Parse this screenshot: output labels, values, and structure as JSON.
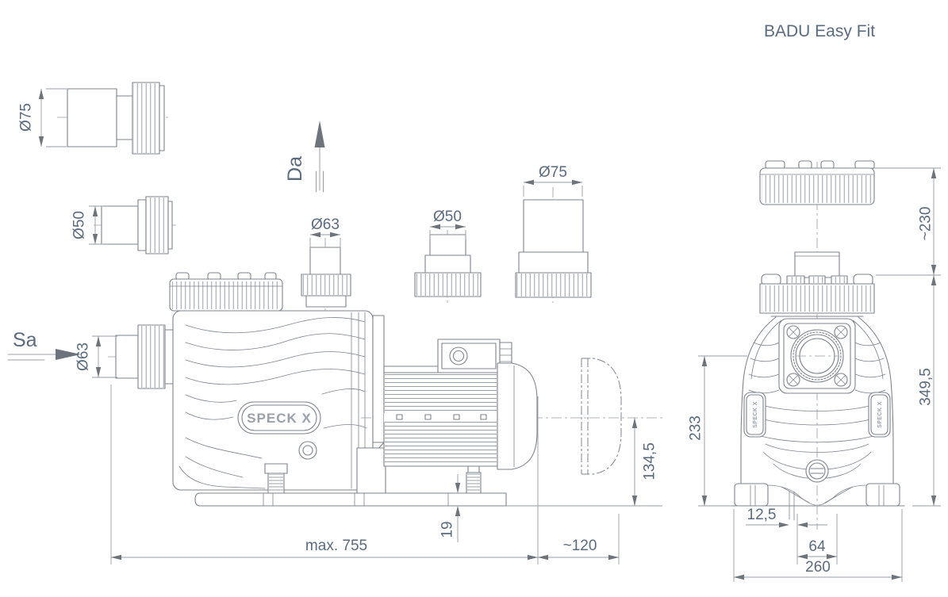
{
  "title": "BADU Easy Fit",
  "colors": {
    "line": "#7e838b",
    "dim": "#969ca4",
    "text": "#5a6b80",
    "arrow": "#6e747c",
    "knurl": "#9aa0a8"
  },
  "flow": {
    "inlet": "Sa",
    "outlet": "Da"
  },
  "fittings": {
    "union_75_horizontal": {
      "dia": "Ø75"
    },
    "union_50_horizontal": {
      "dia": "Ø50"
    },
    "inlet_union": {
      "dia": "Ø63"
    },
    "outlet_union": {
      "dia": "Ø63"
    },
    "adapter_50_vertical": {
      "dia": "Ø50"
    },
    "adapter_75_vertical": {
      "dia": "Ø75"
    }
  },
  "side_view": {
    "brand_plate": "SPECK X",
    "dims": {
      "overall_length": "max. 755",
      "service_clearance": "~120",
      "foot_height": "19",
      "shaft_center_height": "134,5"
    }
  },
  "front_view": {
    "brand_tab_left": "SPECK X",
    "brand_tab_right": "SPECK X",
    "dims": {
      "lid_removal_clearance": "~230",
      "overall_height": "349,5",
      "suction_center_height": "233",
      "slot_offset": "12,5",
      "slot_spacing": "64",
      "overall_width": "260"
    }
  }
}
